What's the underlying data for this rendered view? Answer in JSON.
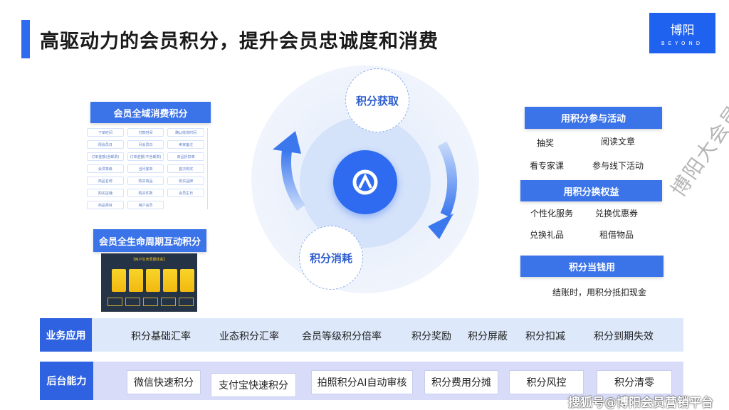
{
  "title": "高驱动力的会员积分，提升会员忠诚度和消费",
  "logo": {
    "name": "博阳",
    "sub": "BEYOND"
  },
  "left": {
    "consume_header": "会员全域消费积分",
    "consume_fields": [
      "下单时间",
      "付款时间",
      "确认收货时间",
      "周会员日",
      "月会员日",
      "卖家备注",
      "订单金额(含邮费)",
      "订单金额(不含邮费)",
      "商品折扣率",
      "会员等级",
      "当月客单",
      "首次购买",
      "商品名称",
      "购买商品",
      "购买品牌",
      "购买店铺",
      "购买件数",
      "会员生日",
      "商品类目",
      "用户会员"
    ],
    "lifecycle_header": "会员全生命周期互动积分",
    "lifecycle_image_title": "【用户生命周期体系】"
  },
  "center": {
    "acquire": "积分获取",
    "consume": "积分消耗"
  },
  "right": {
    "activity_header": "用积分参与活动",
    "activity_items": [
      "抽奖",
      "阅读文章",
      "看专家课",
      "参与线下活动"
    ],
    "rights_header": "用积分换权益",
    "rights_items": [
      "个性化服务",
      "兑换优惠券",
      "兑换礼品",
      "租借物品"
    ],
    "cash_header": "积分当钱用",
    "cash_text": "结账时，用积分抵扣现金"
  },
  "business": {
    "label": "业务应用",
    "items": [
      "积分基础汇率",
      "业态积分汇率",
      "会员等级积分倍率",
      "积分奖励",
      "积分屏蔽",
      "积分扣减",
      "积分到期失效"
    ]
  },
  "backend": {
    "label": "后台能力",
    "items": [
      "微信快速积分",
      "支付宝快速积分",
      "拍照积分AI自动审核",
      "积分费用分摊",
      "积分风控",
      "积分清零"
    ]
  },
  "watermark": "搜狐号@博阳会员营销平台",
  "watermark2": "博阳大会员"
}
